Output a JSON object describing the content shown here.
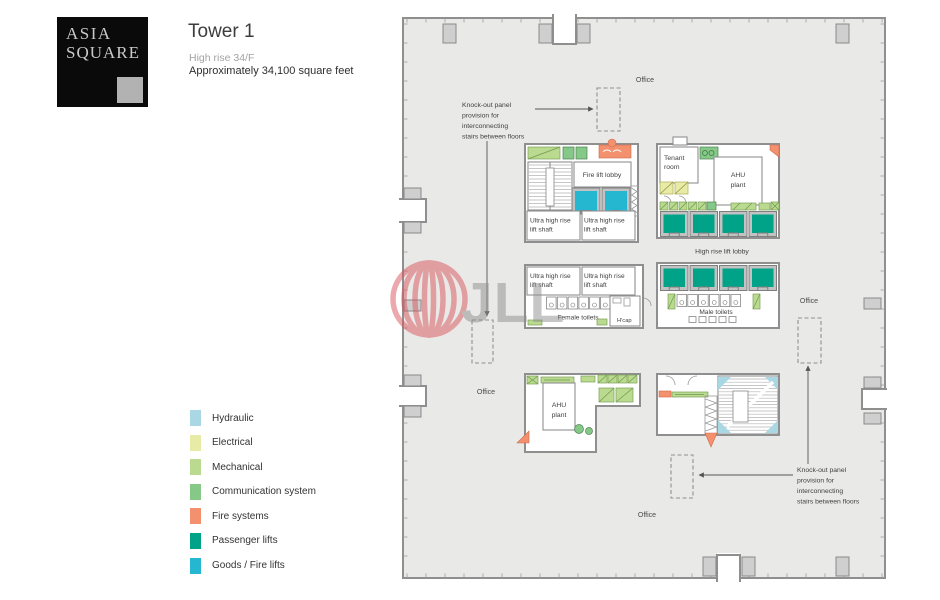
{
  "logo": {
    "line1": "ASIA",
    "line2": "SQUARE"
  },
  "header": {
    "title": "Tower 1",
    "subtitle": "High rise 34/F",
    "area": "Approximately 34,100 square feet"
  },
  "legend": {
    "items": [
      {
        "label": "Hydraulic",
        "color": "#a9d7e3"
      },
      {
        "label": "Electrical",
        "color": "#e8eba5"
      },
      {
        "label": "Mechanical",
        "color": "#b9da8f"
      },
      {
        "label": "Communication system",
        "color": "#85c888"
      },
      {
        "label": "Fire systems",
        "color": "#f3916f"
      },
      {
        "label": "Passenger lifts",
        "color": "#00a288"
      },
      {
        "label": "Goods / Fire lifts",
        "color": "#24b7cf"
      }
    ]
  },
  "plan": {
    "office": "Office",
    "knockout": {
      "l1": "Knock-out panel",
      "l2": "provision for",
      "l3": "interconnecting",
      "l4": "stairs between floors"
    },
    "rooms": {
      "fire_lift_lobby": "Fire lift lobby",
      "tenant_l1": "Tenant",
      "tenant_l2": "room",
      "ahu_l1": "AHU",
      "ahu_l2": "plant",
      "ultra_l1": "Ultra high rise",
      "ultra_l2": "lift shaft",
      "female_toilets": "Female toilets",
      "male_toilets": "Male toilets",
      "hcap": "H'cap",
      "high_rise_lift_lobby": "High rise lift lobby"
    },
    "watermark": "JLL"
  }
}
